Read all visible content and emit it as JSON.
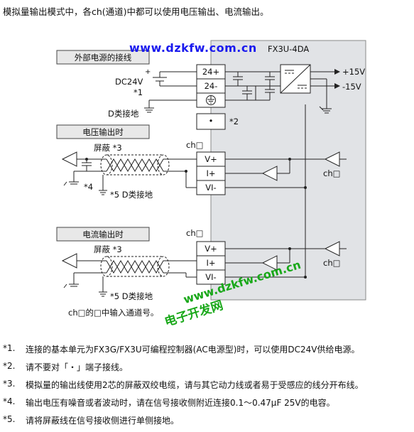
{
  "intro": "模拟量输出模式中，各ch(通道)中都可以使用电压输出、电流输出。",
  "watermark": {
    "url_top": "www.dzkfw.com.cn",
    "url_bottom": "www.dzkfw.com.cn",
    "site_name": "电子开发网"
  },
  "module": {
    "title": "FX3U-4DA",
    "plus15": "+15V",
    "minus15": "-15V",
    "ch_right_1": "ch□",
    "ch_right_2": "ch□"
  },
  "external_power": {
    "section_label": "外部电源的接线",
    "plus_sign": "+",
    "dc_label": "DC24V",
    "dc_note": "*1",
    "ground_label": "D类接地",
    "t_24p": "24+",
    "t_24m": "24-",
    "dot_terminal": "•",
    "dot_note": "*2"
  },
  "voltage_output": {
    "section_label": "电压输出时",
    "ch_label": "ch□",
    "shield_label": "屏蔽 *3",
    "note4": "*4",
    "ground_label": "*5  D类接地",
    "t_v": "V+",
    "t_i": "I+",
    "t_vi": "VI-"
  },
  "current_output": {
    "section_label": "电流输出时",
    "ch_label": "ch□",
    "shield_label": "屏蔽 *3",
    "ground_label": "*5  D类接地",
    "t_v": "V+",
    "t_i": "I+",
    "t_vi": "VI-"
  },
  "channel_note": "ch□的□中输入通道号。",
  "notes": [
    {
      "mark": "*1.",
      "text": "连接的基本单元为FX3G/FX3U可编程控制器(AC电源型)时，可以使用DC24V供给电源。"
    },
    {
      "mark": "*2.",
      "text": "请不要对「・」端子接线。"
    },
    {
      "mark": "*3.",
      "text": "模拟量的输出线使用2芯的屏蔽双绞电缆，请与其它动力线或者易于受感应的线分开布线。"
    },
    {
      "mark": "*4.",
      "text": "输出电压有噪音或者波动时，请在信号接收侧附近连接0.1～0.47μF 25V的电容。"
    },
    {
      "mark": "*5.",
      "text": "请将屏蔽线在信号接收侧进行单侧接地。"
    }
  ]
}
